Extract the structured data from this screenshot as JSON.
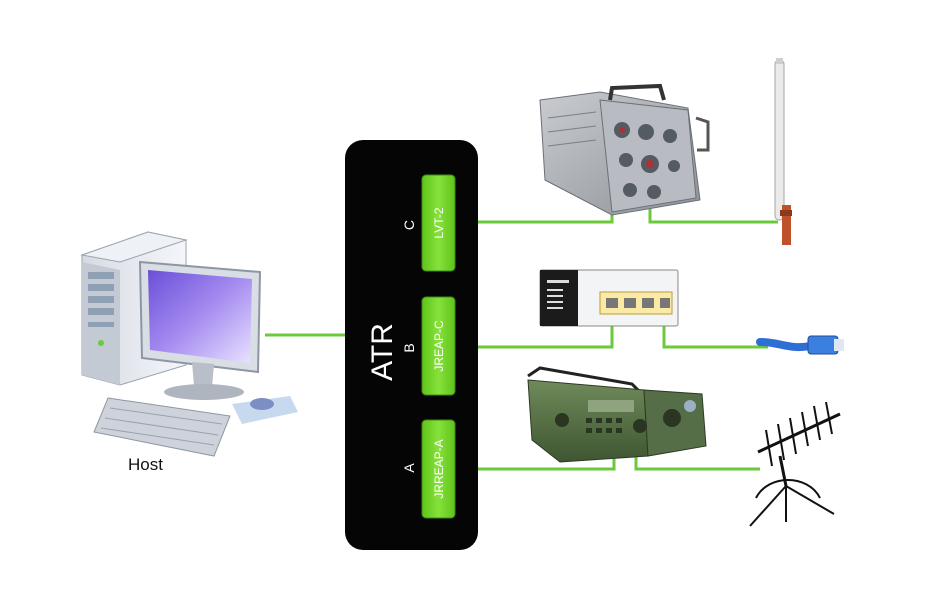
{
  "host": {
    "label": "Host"
  },
  "atr": {
    "label": "ATR",
    "slots": [
      {
        "letter": "C",
        "card": "LVT-2"
      },
      {
        "letter": "B",
        "card": "JREAP-C"
      },
      {
        "letter": "A",
        "card": "JRREAP-A"
      }
    ]
  },
  "colors": {
    "link": "#6cc93a",
    "card": "#74d62b",
    "atr_box": "#050505",
    "text_on_dark": "#ffffff"
  },
  "icons": {
    "host": "desktop-computer-icon",
    "lvt": "lvt-radio-chassis-icon",
    "vertical_antenna": "whip-antenna-icon",
    "router": "network-router-icon",
    "network_cable": "ethernet-cable-icon",
    "tactical_radio": "tactical-radio-icon",
    "yagi_antenna": "yagi-antenna-icon"
  }
}
